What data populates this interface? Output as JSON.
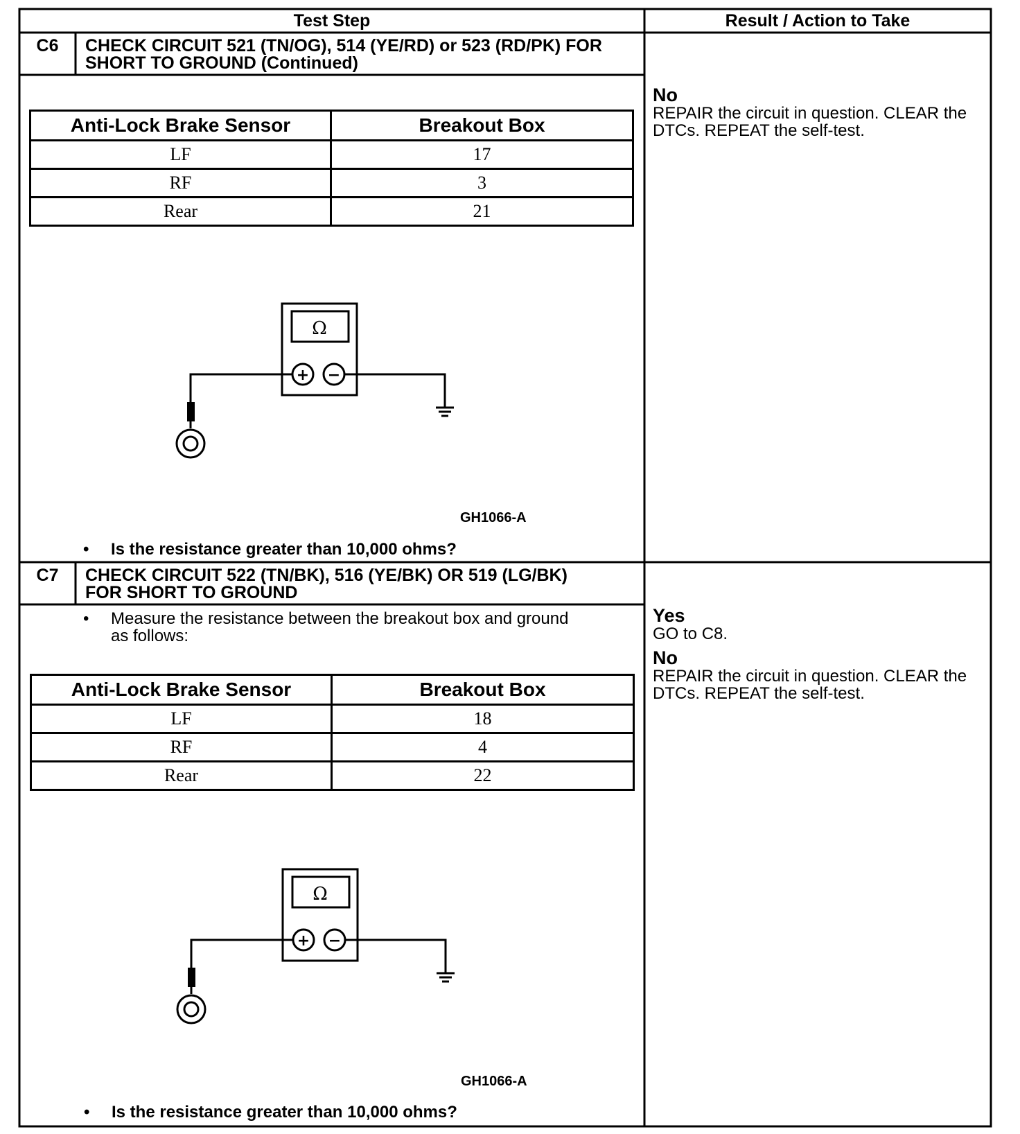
{
  "header": {
    "test_step": "Test Step",
    "result_action": "Result / Action to Take"
  },
  "steps": [
    {
      "id": "C6",
      "title_line1": "CHECK CIRCUIT 521 (TN/OG), 514 (YE/RD) or 523 (RD/PK) FOR",
      "title_line2": "SHORT TO GROUND (Continued)",
      "table": {
        "headers": [
          "Anti-Lock Brake Sensor",
          "Breakout Box"
        ],
        "rows": [
          [
            "LF",
            "17"
          ],
          [
            "RF",
            "3"
          ],
          [
            "Rear",
            "21"
          ]
        ]
      },
      "diagram": {
        "meter_symbol": "Ω",
        "plus": "+",
        "minus": "−",
        "figure_id": "GH1066-A"
      },
      "question": "Is the resistance greater than 10,000 ohms?",
      "results": [
        {
          "label": "No",
          "line1": "REPAIR the circuit in question. CLEAR the",
          "line2": "DTCs. REPEAT the self-test."
        }
      ]
    },
    {
      "id": "C7",
      "title_line1": "CHECK CIRCUIT 522 (TN/BK), 516 (YE/BK) OR 519 (LG/BK)",
      "title_line2": "FOR SHORT TO GROUND",
      "instruction_line1": "Measure the resistance between the breakout box and ground",
      "instruction_line2": "as follows:",
      "table": {
        "headers": [
          "Anti-Lock Brake Sensor",
          "Breakout Box"
        ],
        "rows": [
          [
            "LF",
            "18"
          ],
          [
            "RF",
            "4"
          ],
          [
            "Rear",
            "22"
          ]
        ]
      },
      "diagram": {
        "meter_symbol": "Ω",
        "plus": "+",
        "minus": "−",
        "figure_id": "GH1066-A"
      },
      "question": "Is the resistance greater than 10,000 ohms?",
      "results": [
        {
          "label": "Yes",
          "line1": "GO to C8.",
          "line2": ""
        },
        {
          "label": "No",
          "line1": "REPAIR the circuit in question. CLEAR the",
          "line2": "DTCs. REPEAT the self-test."
        }
      ]
    }
  ]
}
